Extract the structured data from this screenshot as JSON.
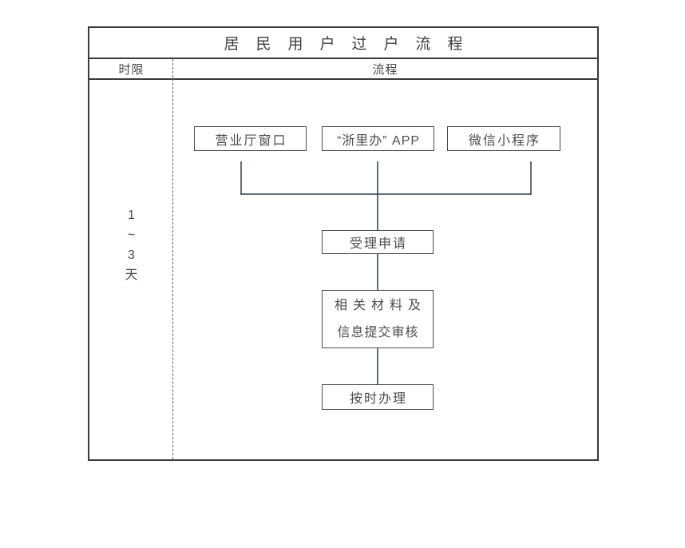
{
  "diagram": {
    "title": "居民用户过户流程",
    "header": {
      "time_label": "时限",
      "process_label": "流程"
    },
    "time_limit": {
      "chars": [
        "1",
        "~",
        "3",
        "天"
      ]
    },
    "channels": [
      {
        "label": "营业厅窗口"
      },
      {
        "label": "“浙里办” APP"
      },
      {
        "label": "微信小程序"
      }
    ],
    "steps": {
      "accept": "受理申请",
      "materials_line1": "相关材料及",
      "materials_line2": "信息提交审核",
      "handle": "按时办理"
    },
    "colors": {
      "frame_border": "#3a3a3a",
      "box_border": "#4c4c4c",
      "text": "#4a4a4a",
      "connector": "#2e3e4f",
      "divider": "#5f5f5f",
      "background": "#ffffff"
    }
  }
}
